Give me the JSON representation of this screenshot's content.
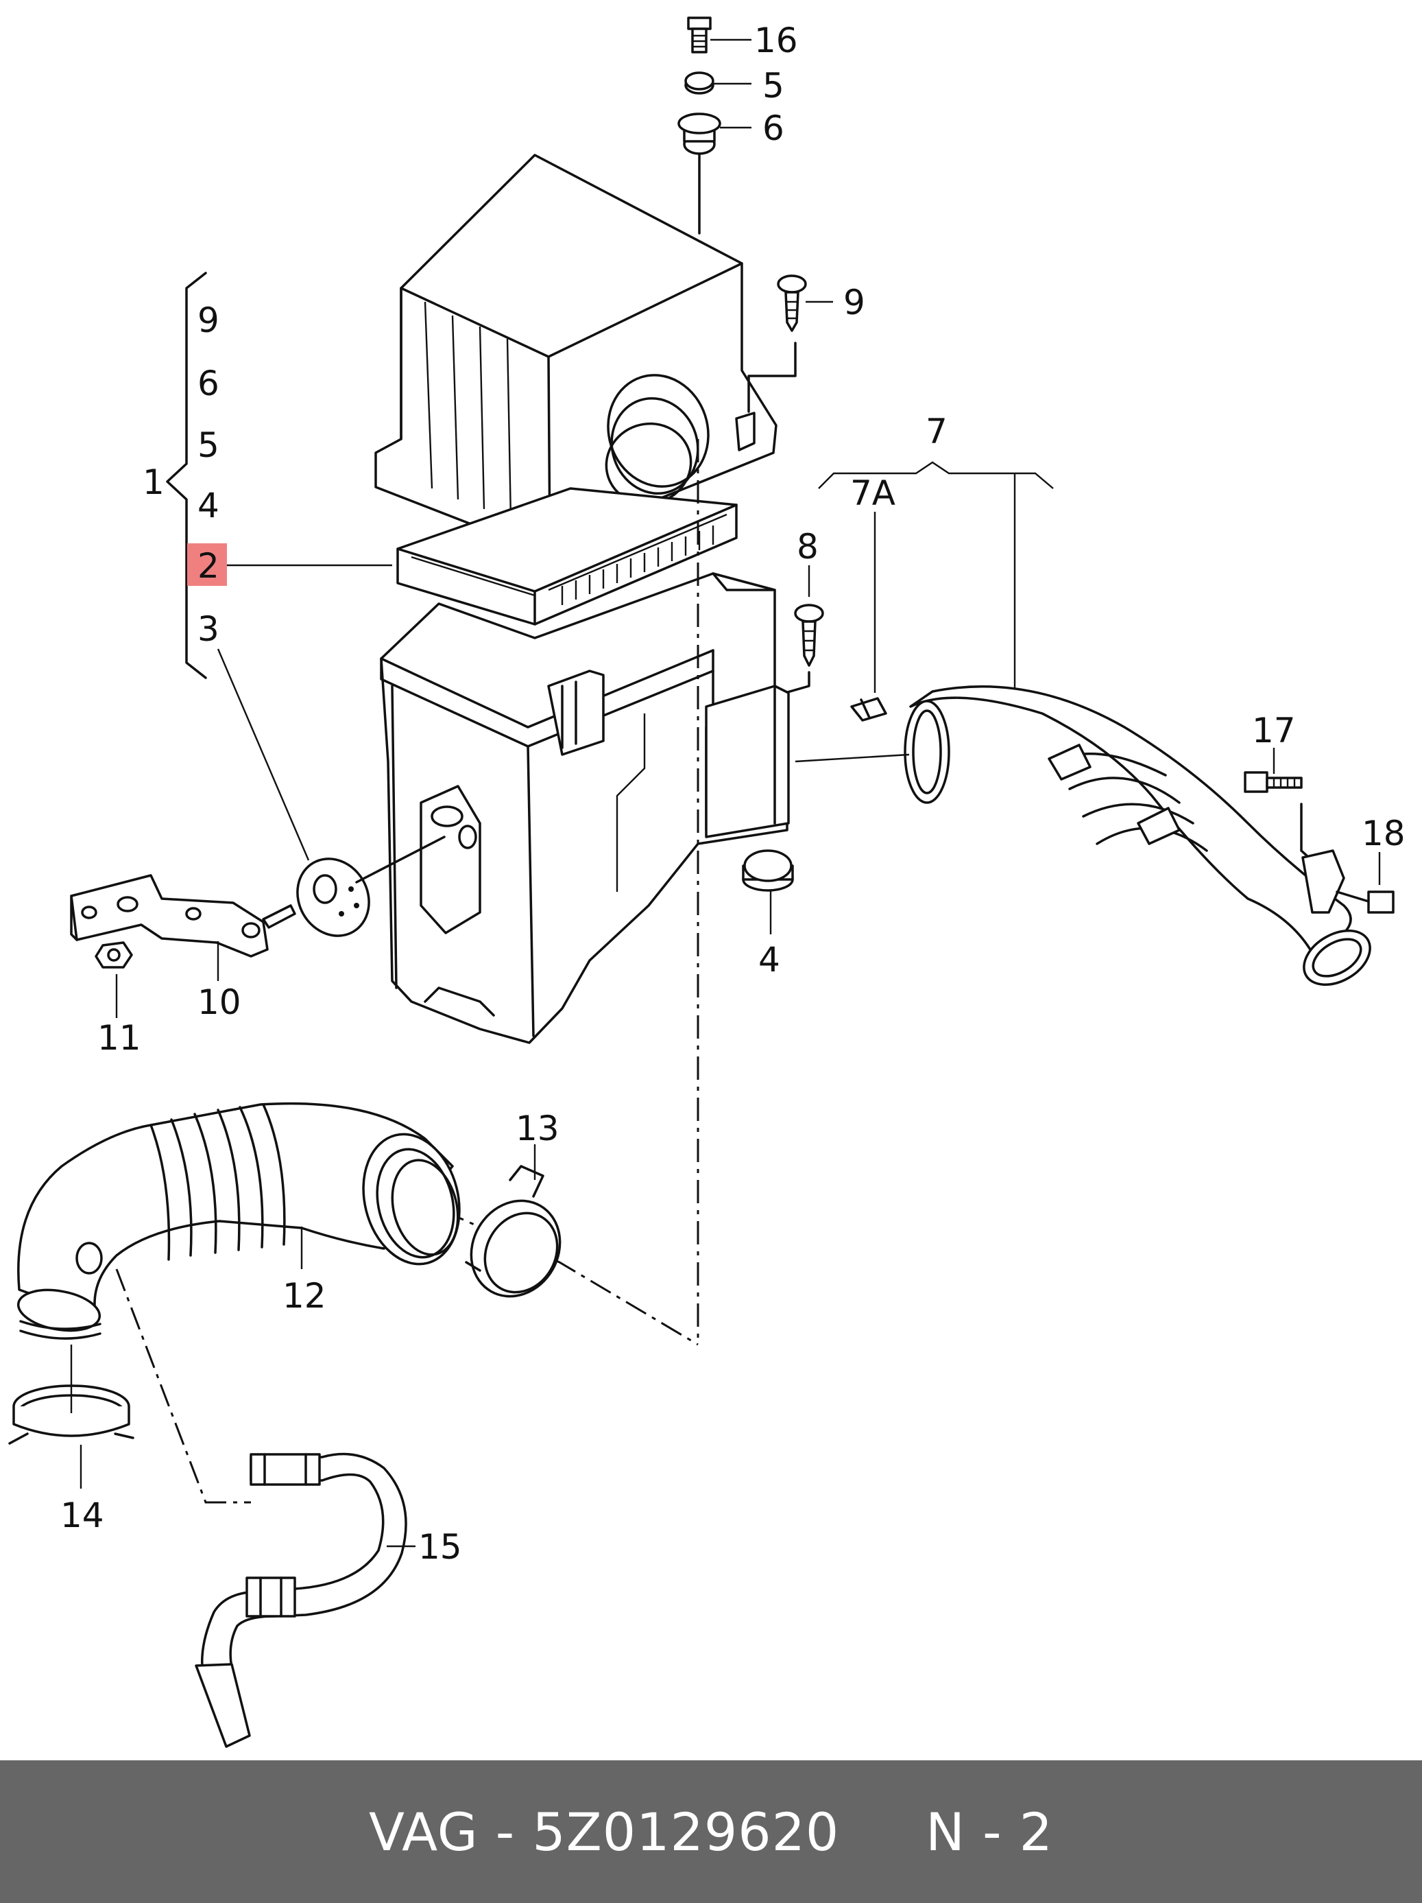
{
  "diagram": {
    "highlight_color": "#f08080",
    "footer_color": "#666666",
    "callouts": {
      "c16": "16",
      "c5_top": "5",
      "c6_top": "6",
      "c9_right": "9",
      "c7": "7",
      "c7a": "7A",
      "c8": "8",
      "c17": "17",
      "c18": "18",
      "c4_bottom": "4",
      "c1": "1",
      "stack_9": "9",
      "stack_6": "6",
      "stack_5": "5",
      "stack_4": "4",
      "stack_2": "2",
      "stack_3": "3",
      "c10": "10",
      "c11": "11",
      "c12": "12",
      "c13": "13",
      "c14": "14",
      "c15": "15"
    }
  },
  "footer": {
    "text": "VAG - 5Z0129620     N - 2"
  }
}
